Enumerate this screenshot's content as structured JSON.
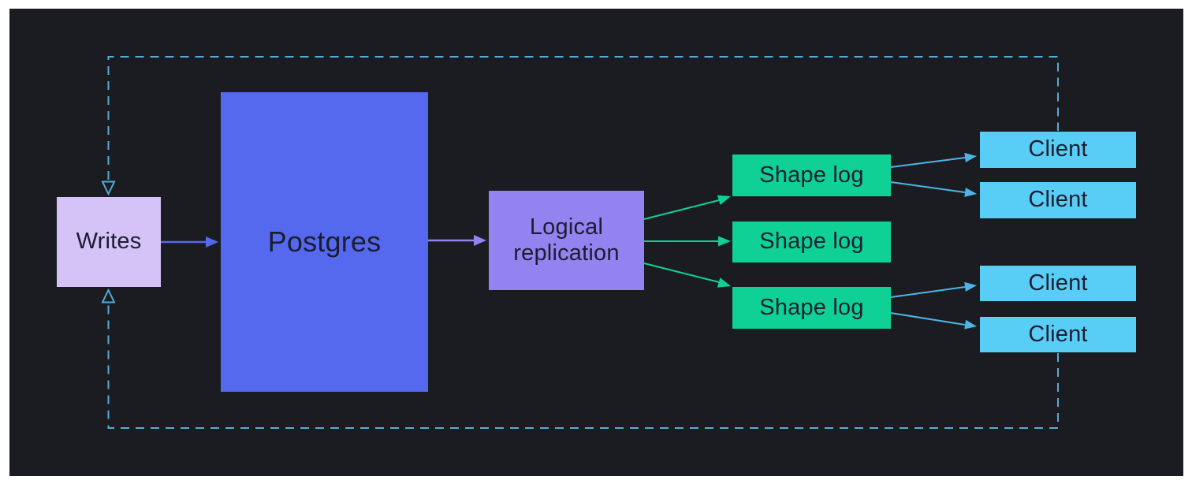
{
  "diagram": {
    "nodes": {
      "writes": {
        "label": "Writes"
      },
      "postgres": {
        "label": "Postgres"
      },
      "logical_replication": {
        "label": "Logical replication"
      },
      "shape_logs": [
        {
          "label": "Shape log"
        },
        {
          "label": "Shape log"
        },
        {
          "label": "Shape log"
        }
      ],
      "clients": [
        {
          "label": "Client"
        },
        {
          "label": "Client"
        },
        {
          "label": "Client"
        },
        {
          "label": "Client"
        }
      ]
    },
    "edges": [
      "Writes -> Postgres",
      "Postgres -> Logical replication",
      "Logical replication -> Shape log (x3)",
      "Shape log 1 -> Client 1, Client 2",
      "Shape log 3 -> Client 3, Client 4",
      "Clients -> Writes (dashed feedback loop, top and bottom)"
    ],
    "colors": {
      "page_bg": "#ffffff",
      "panel_bg": "#1b1c21",
      "writes_bg": "#d5c2f6",
      "postgres_bg": "#5569ee",
      "logical_replication_bg": "#9283f0",
      "shape_log_bg": "#0fd195",
      "client_bg": "#58cdf6",
      "dashed_loop": "#56abd9",
      "arrow_writes_postgres": "#5569ee",
      "arrow_postgres_replication": "#9283f0",
      "arrow_replication_shapelog": "#0fd195",
      "arrow_shapelog_client": "#4db5e6",
      "label_ink": "#1b1d30"
    }
  }
}
